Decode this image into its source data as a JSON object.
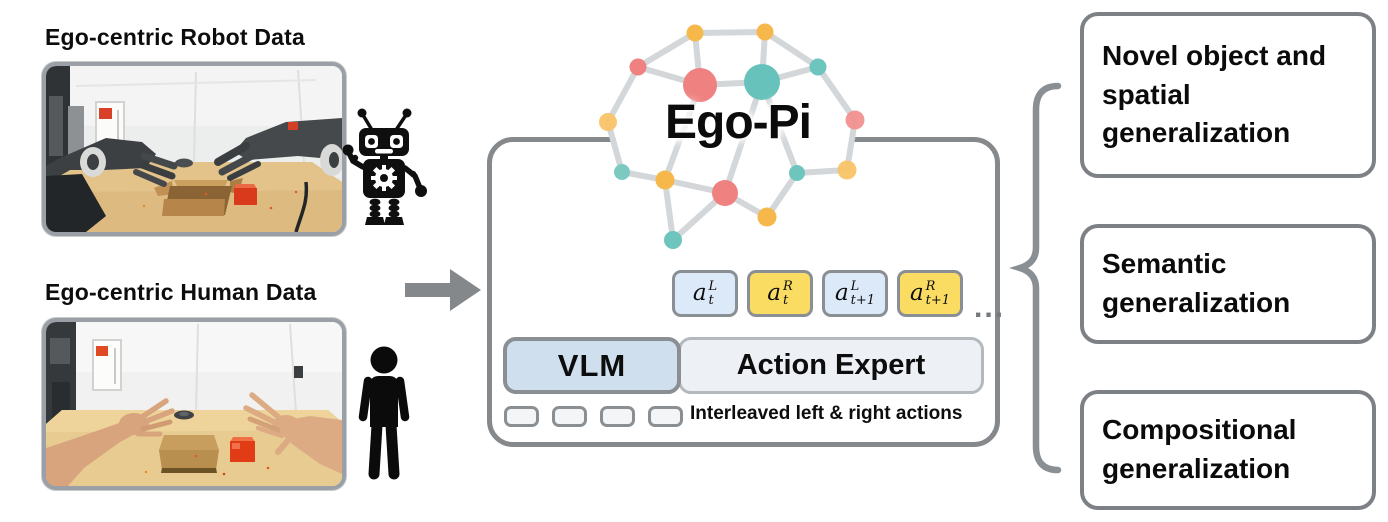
{
  "left": {
    "robot": {
      "title": "Ego-centric Robot Data"
    },
    "human": {
      "title": "Ego-centric Human Data"
    }
  },
  "center": {
    "title": "Ego-Pi",
    "tokens": [
      {
        "base": "a",
        "sup": "L",
        "sub": "t",
        "style": "blue"
      },
      {
        "base": "a",
        "sup": "R",
        "sub": "t",
        "style": "yellow"
      },
      {
        "base": "a",
        "sup": "L",
        "sub": "t+1",
        "style": "blue"
      },
      {
        "base": "a",
        "sup": "R",
        "sub": "t+1",
        "style": "yellow"
      }
    ],
    "ellipsis": "...",
    "vlm_label": "VLM",
    "action_expert_label": "Action Expert",
    "interleaved_label": "Interleaved left & right actions"
  },
  "right": {
    "items": [
      {
        "label": "Novel object and spatial generalization"
      },
      {
        "label": "Semantic generalization"
      },
      {
        "label": "Compositional generalization"
      }
    ]
  },
  "colors": {
    "node_red": "#ef8181",
    "node_teal": "#6ec5bd",
    "node_yellow": "#f6b84a",
    "edge_gray": "#d3d7da",
    "token_blue": "#dbe9f8",
    "token_yellow": "#fbdc62",
    "vlm_fill": "#cfdfee",
    "expert_fill": "#edf0f4",
    "outline_gray": "#85898c",
    "arrow_gray": "#84888b",
    "red_cube": "#e23c17",
    "wood": "#e2c088"
  }
}
